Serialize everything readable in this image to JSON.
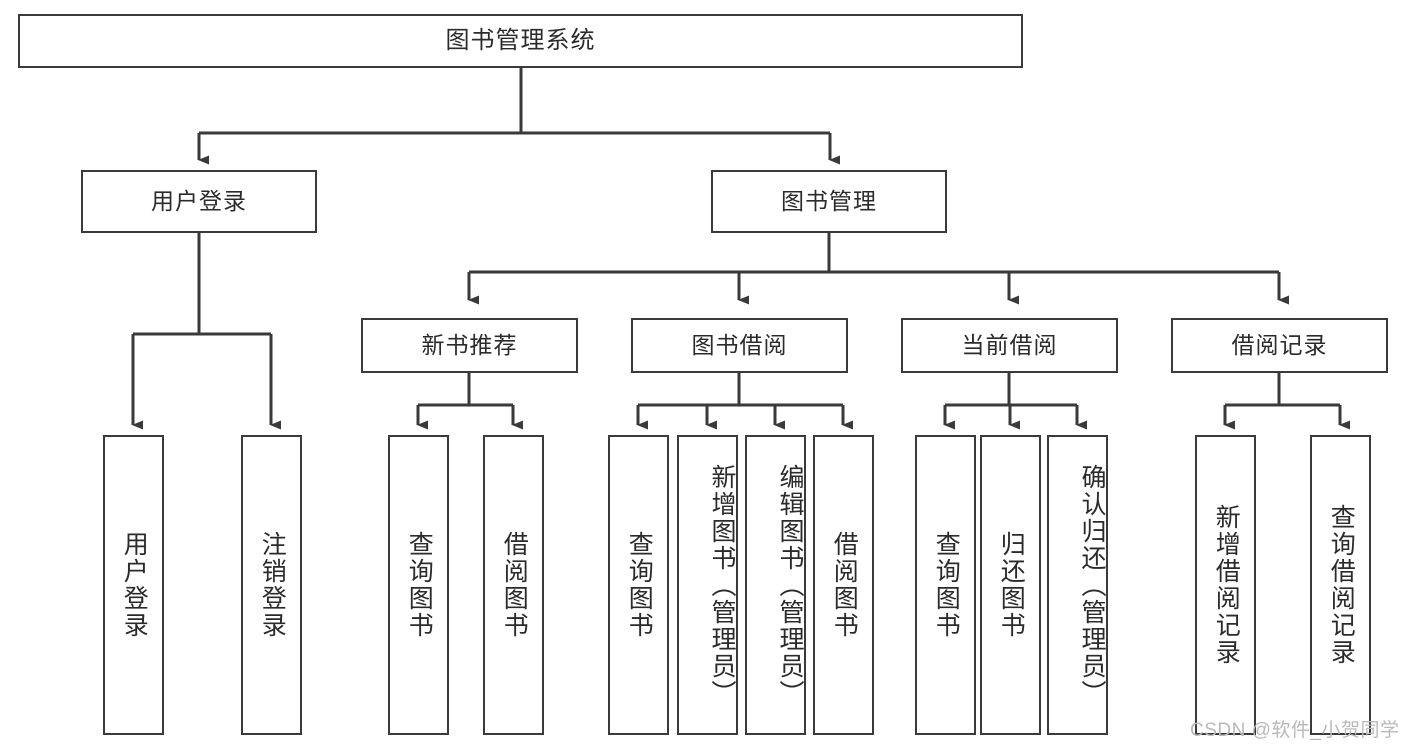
{
  "diagram": {
    "title": "图书管理系统",
    "type": "tree",
    "colors": {
      "box_border": "#3a3a3a",
      "box_fill": "#ffffff",
      "line": "#3a3a3a",
      "text": "#2b2b2b",
      "watermark": "#b9b9b9",
      "background": "#ffffff"
    },
    "root": {
      "label": "图书管理系统"
    },
    "level2": [
      {
        "label": "用户登录"
      },
      {
        "label": "图书管理"
      }
    ],
    "level3": [
      {
        "label": "新书推荐"
      },
      {
        "label": "图书借阅"
      },
      {
        "label": "当前借阅"
      },
      {
        "label": "借阅记录"
      }
    ],
    "leaves": {
      "user_login": [
        {
          "label": "用户登录"
        },
        {
          "label": "注销登录"
        }
      ],
      "new_book_recommend": [
        {
          "label": "查询图书"
        },
        {
          "label": "借阅图书"
        }
      ],
      "book_borrow": [
        {
          "label": "查询图书"
        },
        {
          "label": "新增图书（管理员）"
        },
        {
          "label": "编辑图书（管理员）"
        },
        {
          "label": "借阅图书"
        }
      ],
      "current_borrow": [
        {
          "label": "查询图书"
        },
        {
          "label": "归还图书"
        },
        {
          "label": "确认归还（管理员）"
        }
      ],
      "borrow_record": [
        {
          "label": "新增借阅记录"
        },
        {
          "label": "查询借阅记录"
        }
      ]
    },
    "watermark": "CSDN @软件_小贺同学"
  }
}
